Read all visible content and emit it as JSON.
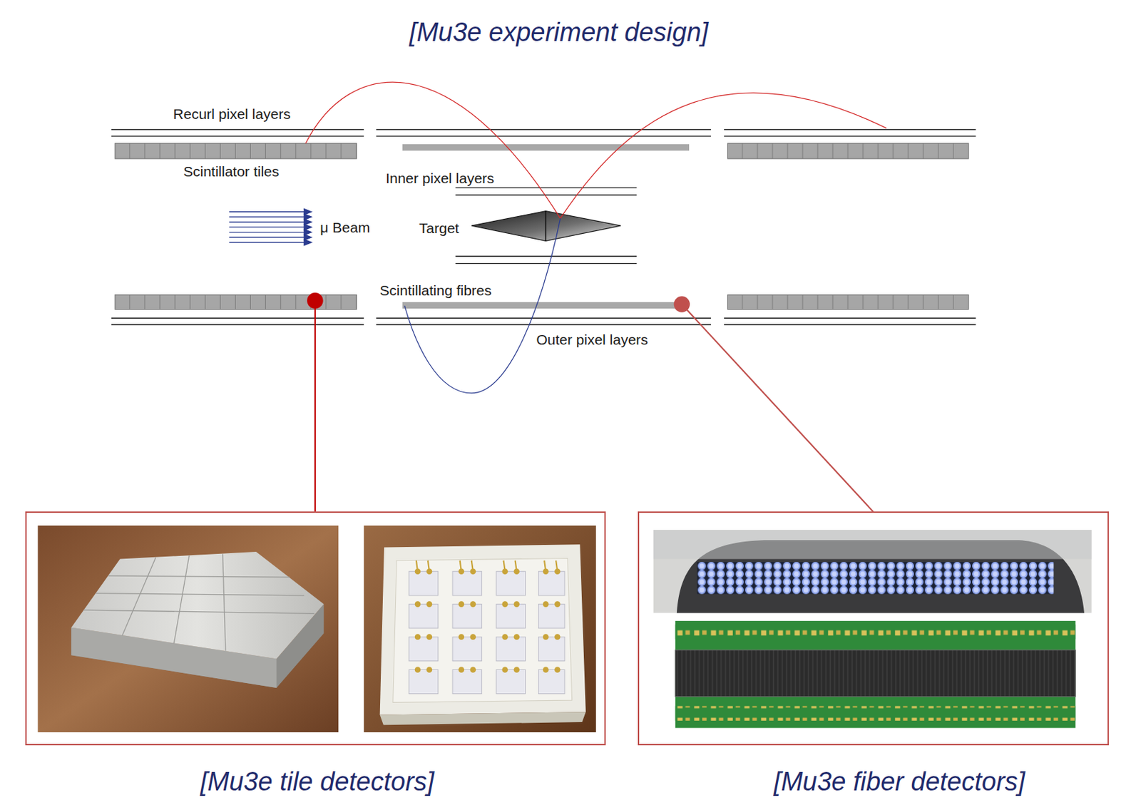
{
  "diagram": {
    "title": "[Mu3e experiment design]",
    "nodes": [
      {
        "text": [
          "[Mu3e tile detectors]"
        ]
      },
      {
        "text": [
          "[Mu3e fiber detectors]"
        ]
      }
    ],
    "labels": [
      "Recurl pixel layers",
      "Scintillator tiles",
      "Inner pixel layers",
      "μ Beam",
      "Target",
      "Scintillating fibres",
      "Outer pixel layers"
    ]
  }
}
